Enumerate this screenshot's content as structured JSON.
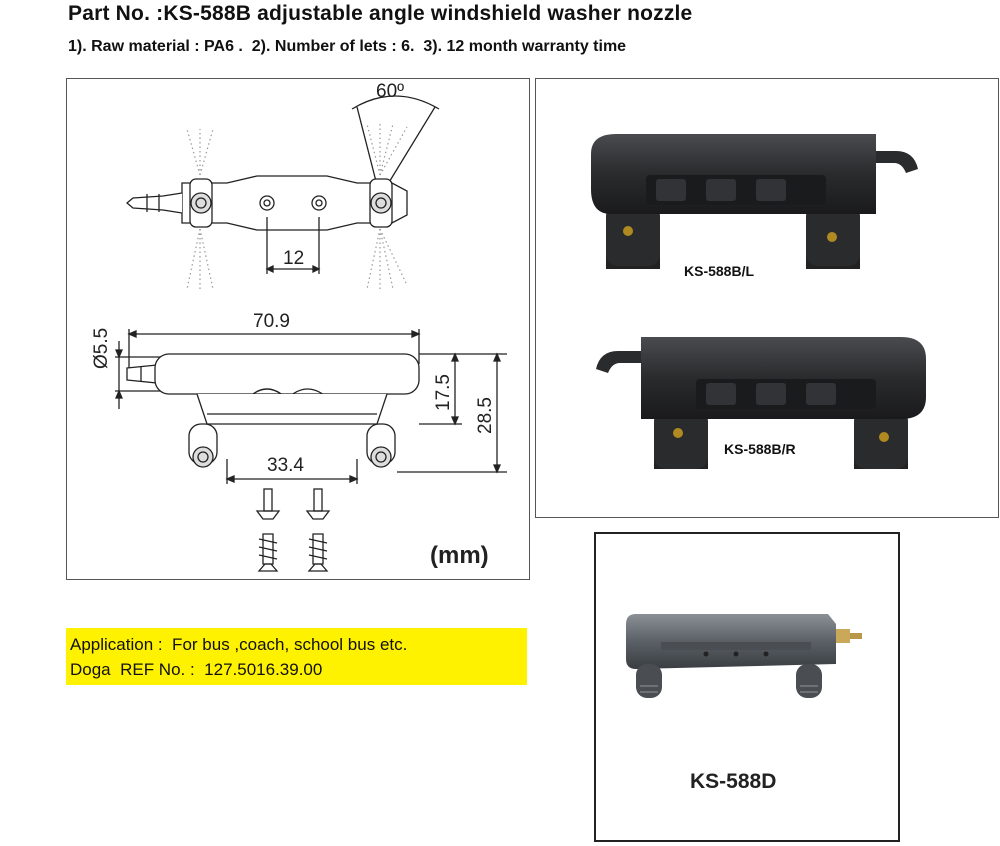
{
  "header": {
    "title": "Part No. :KS-588B adjustable angle windshield washer nozzle",
    "specs": [
      "1). Raw material : PA6 .",
      "2). Number of lets : 6.",
      "3). 12 month warranty time"
    ]
  },
  "drawing": {
    "angle_label": "60º",
    "hole_spacing_label": "12",
    "diameter_label": "Ø5.5",
    "length_label": "70.9",
    "height_inner_label": "17.5",
    "height_total_label": "28.5",
    "bottom_spacing_label": "33.4",
    "unit_label": "(mm)"
  },
  "photos": {
    "left_model_label": "KS-588B/L",
    "right_model_label": "KS-588B/R",
    "d_model_label": "KS-588D",
    "product_color": "#2a2b2d"
  },
  "application": {
    "line1": "Application :  For bus ,coach, school bus etc.",
    "line2": "Doga  REF No. :  127.5016.39.00",
    "highlight_color": "#fff200"
  }
}
